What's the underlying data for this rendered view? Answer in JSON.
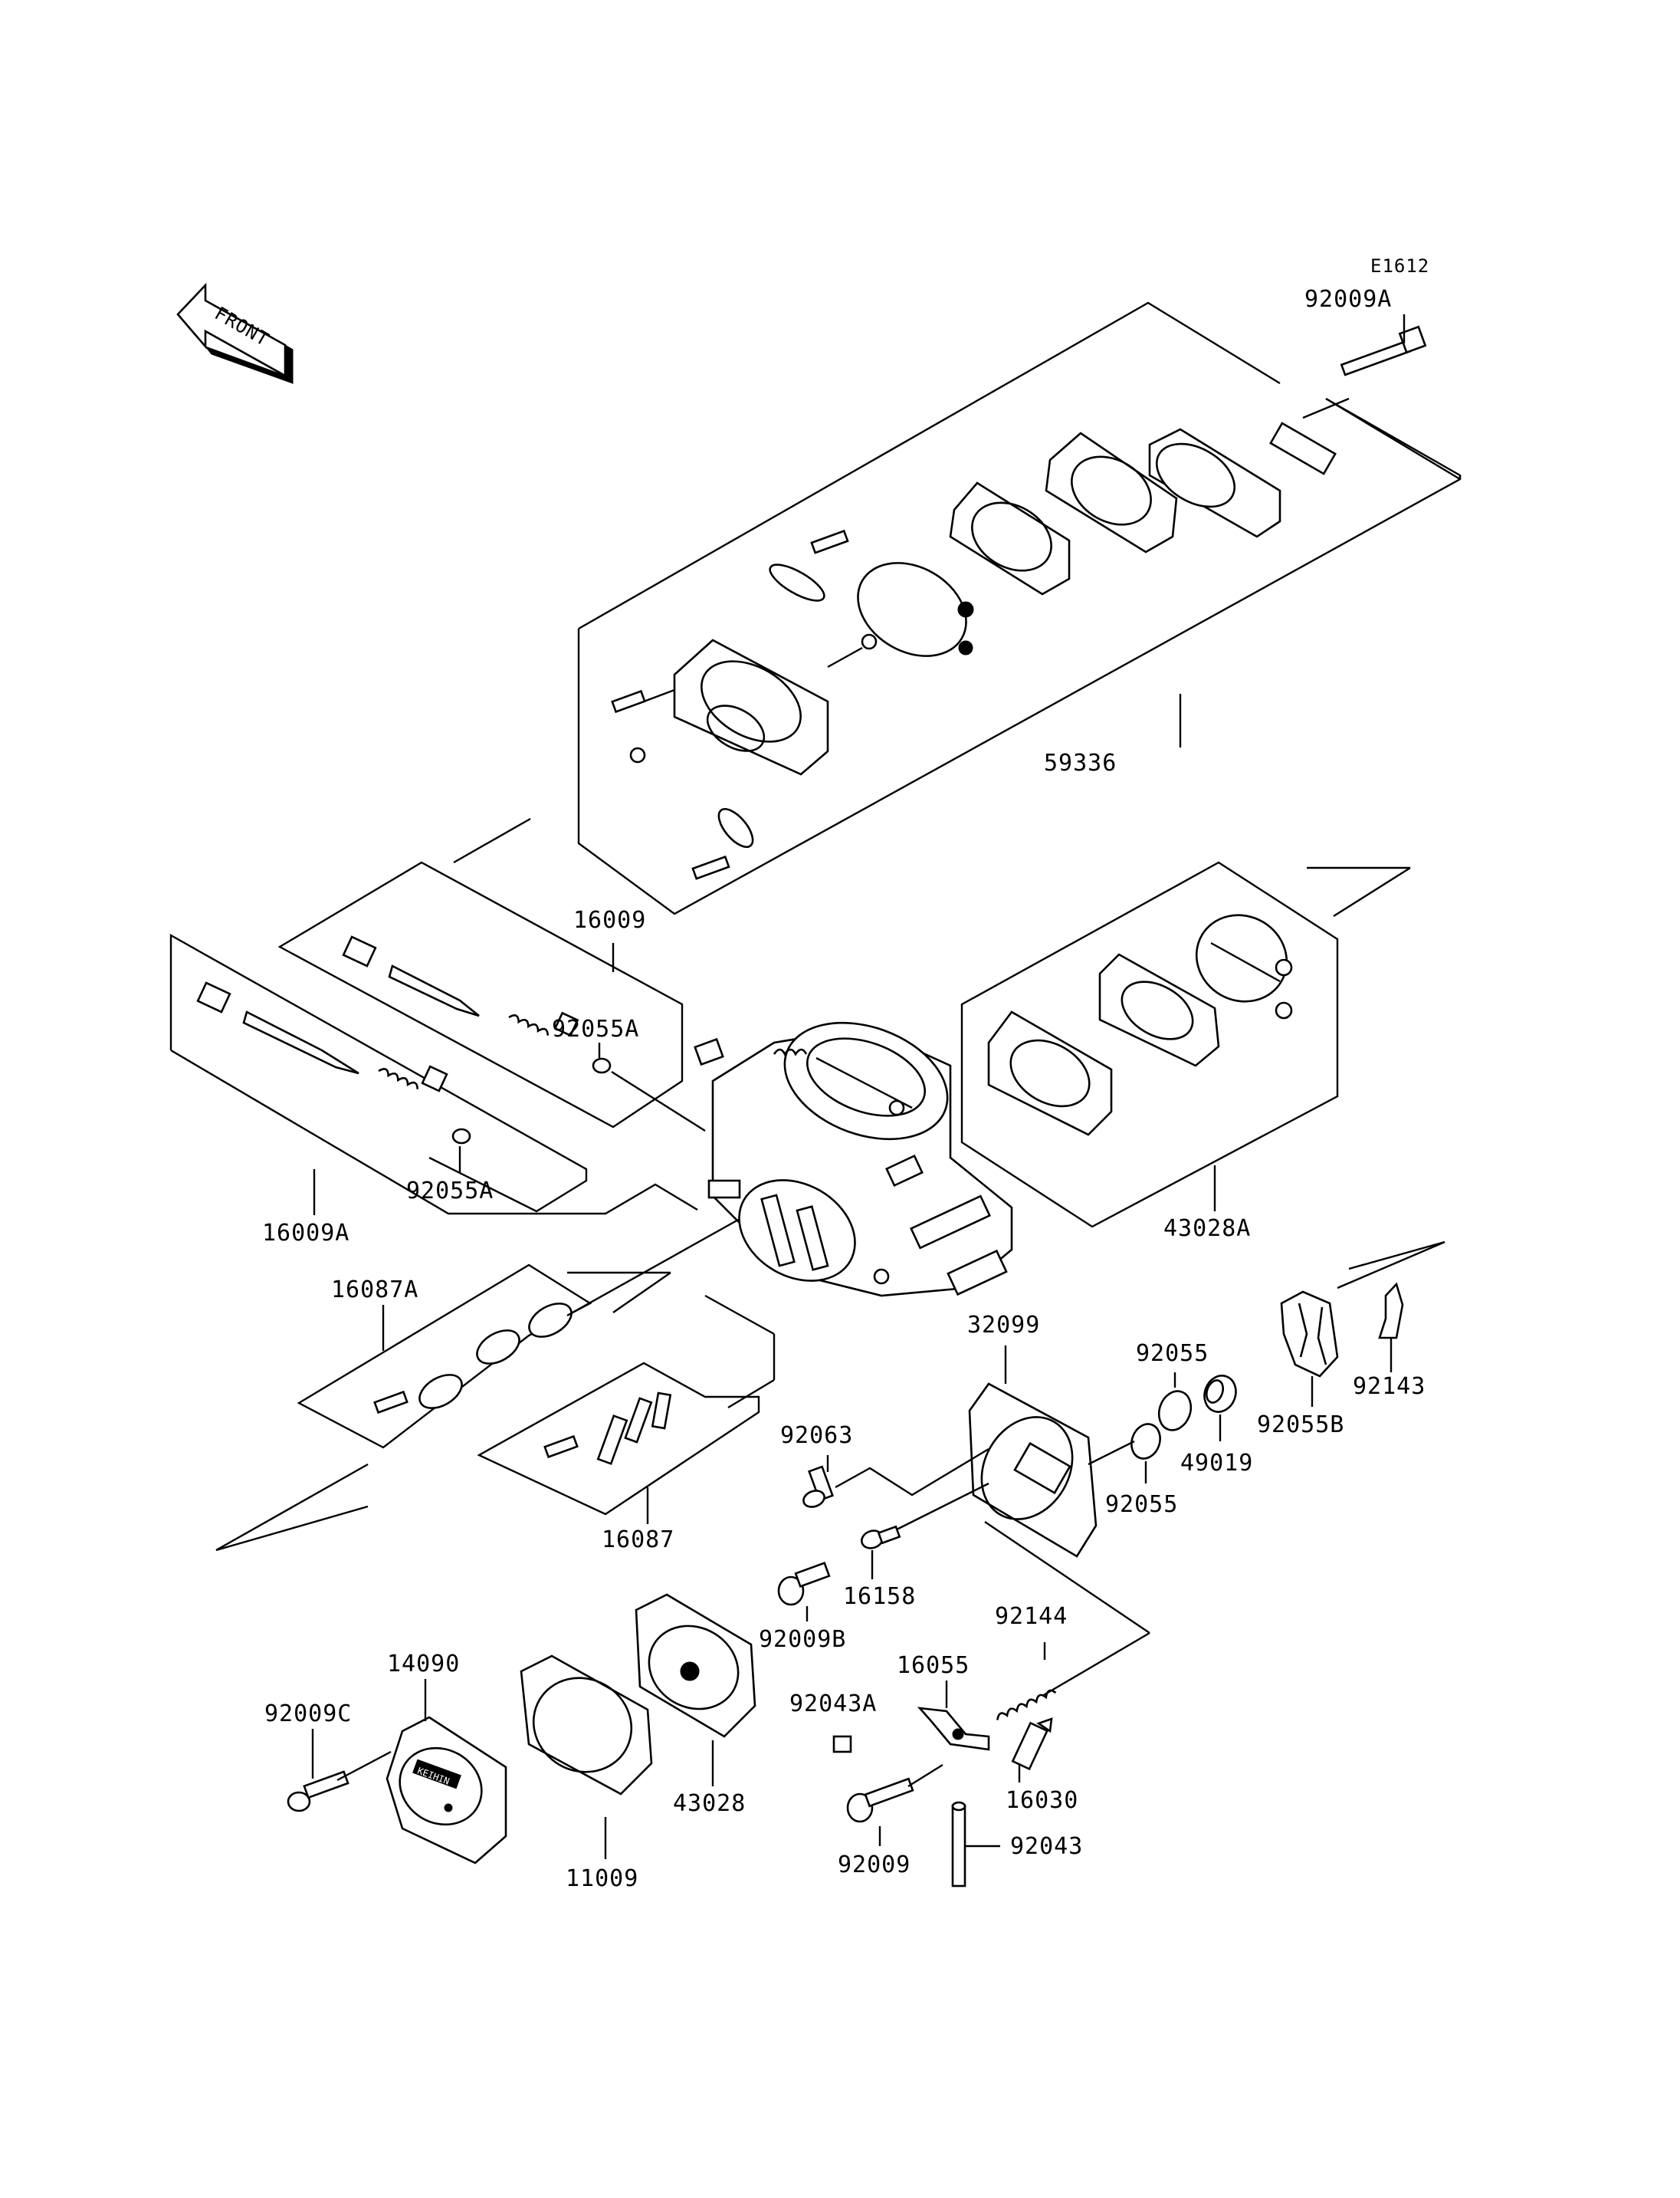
{
  "diagram_code": "E1612",
  "front_label": "FRONT",
  "logo_text": "KEIHIN",
  "parts": {
    "p59336": "59336",
    "p92009A": "92009A",
    "p16009": "16009",
    "p92055A_top": "92055A",
    "p92055A_bot": "92055A",
    "p16009A": "16009A",
    "p43028A": "43028A",
    "p16087A": "16087A",
    "p16087": "16087",
    "p32099": "32099",
    "p92055_top": "92055",
    "p92055_bot": "92055",
    "p49019": "49019",
    "p92055B": "92055B",
    "p92143": "92143",
    "p92063": "92063",
    "p16158": "16158",
    "p92009B": "92009B",
    "p92144": "92144",
    "p16055": "16055",
    "p92043A": "92043A",
    "p16030": "16030",
    "p92009": "92009",
    "p92043": "92043",
    "p14090": "14090",
    "p92009C": "92009C",
    "p43028": "43028",
    "p11009": "11009"
  }
}
